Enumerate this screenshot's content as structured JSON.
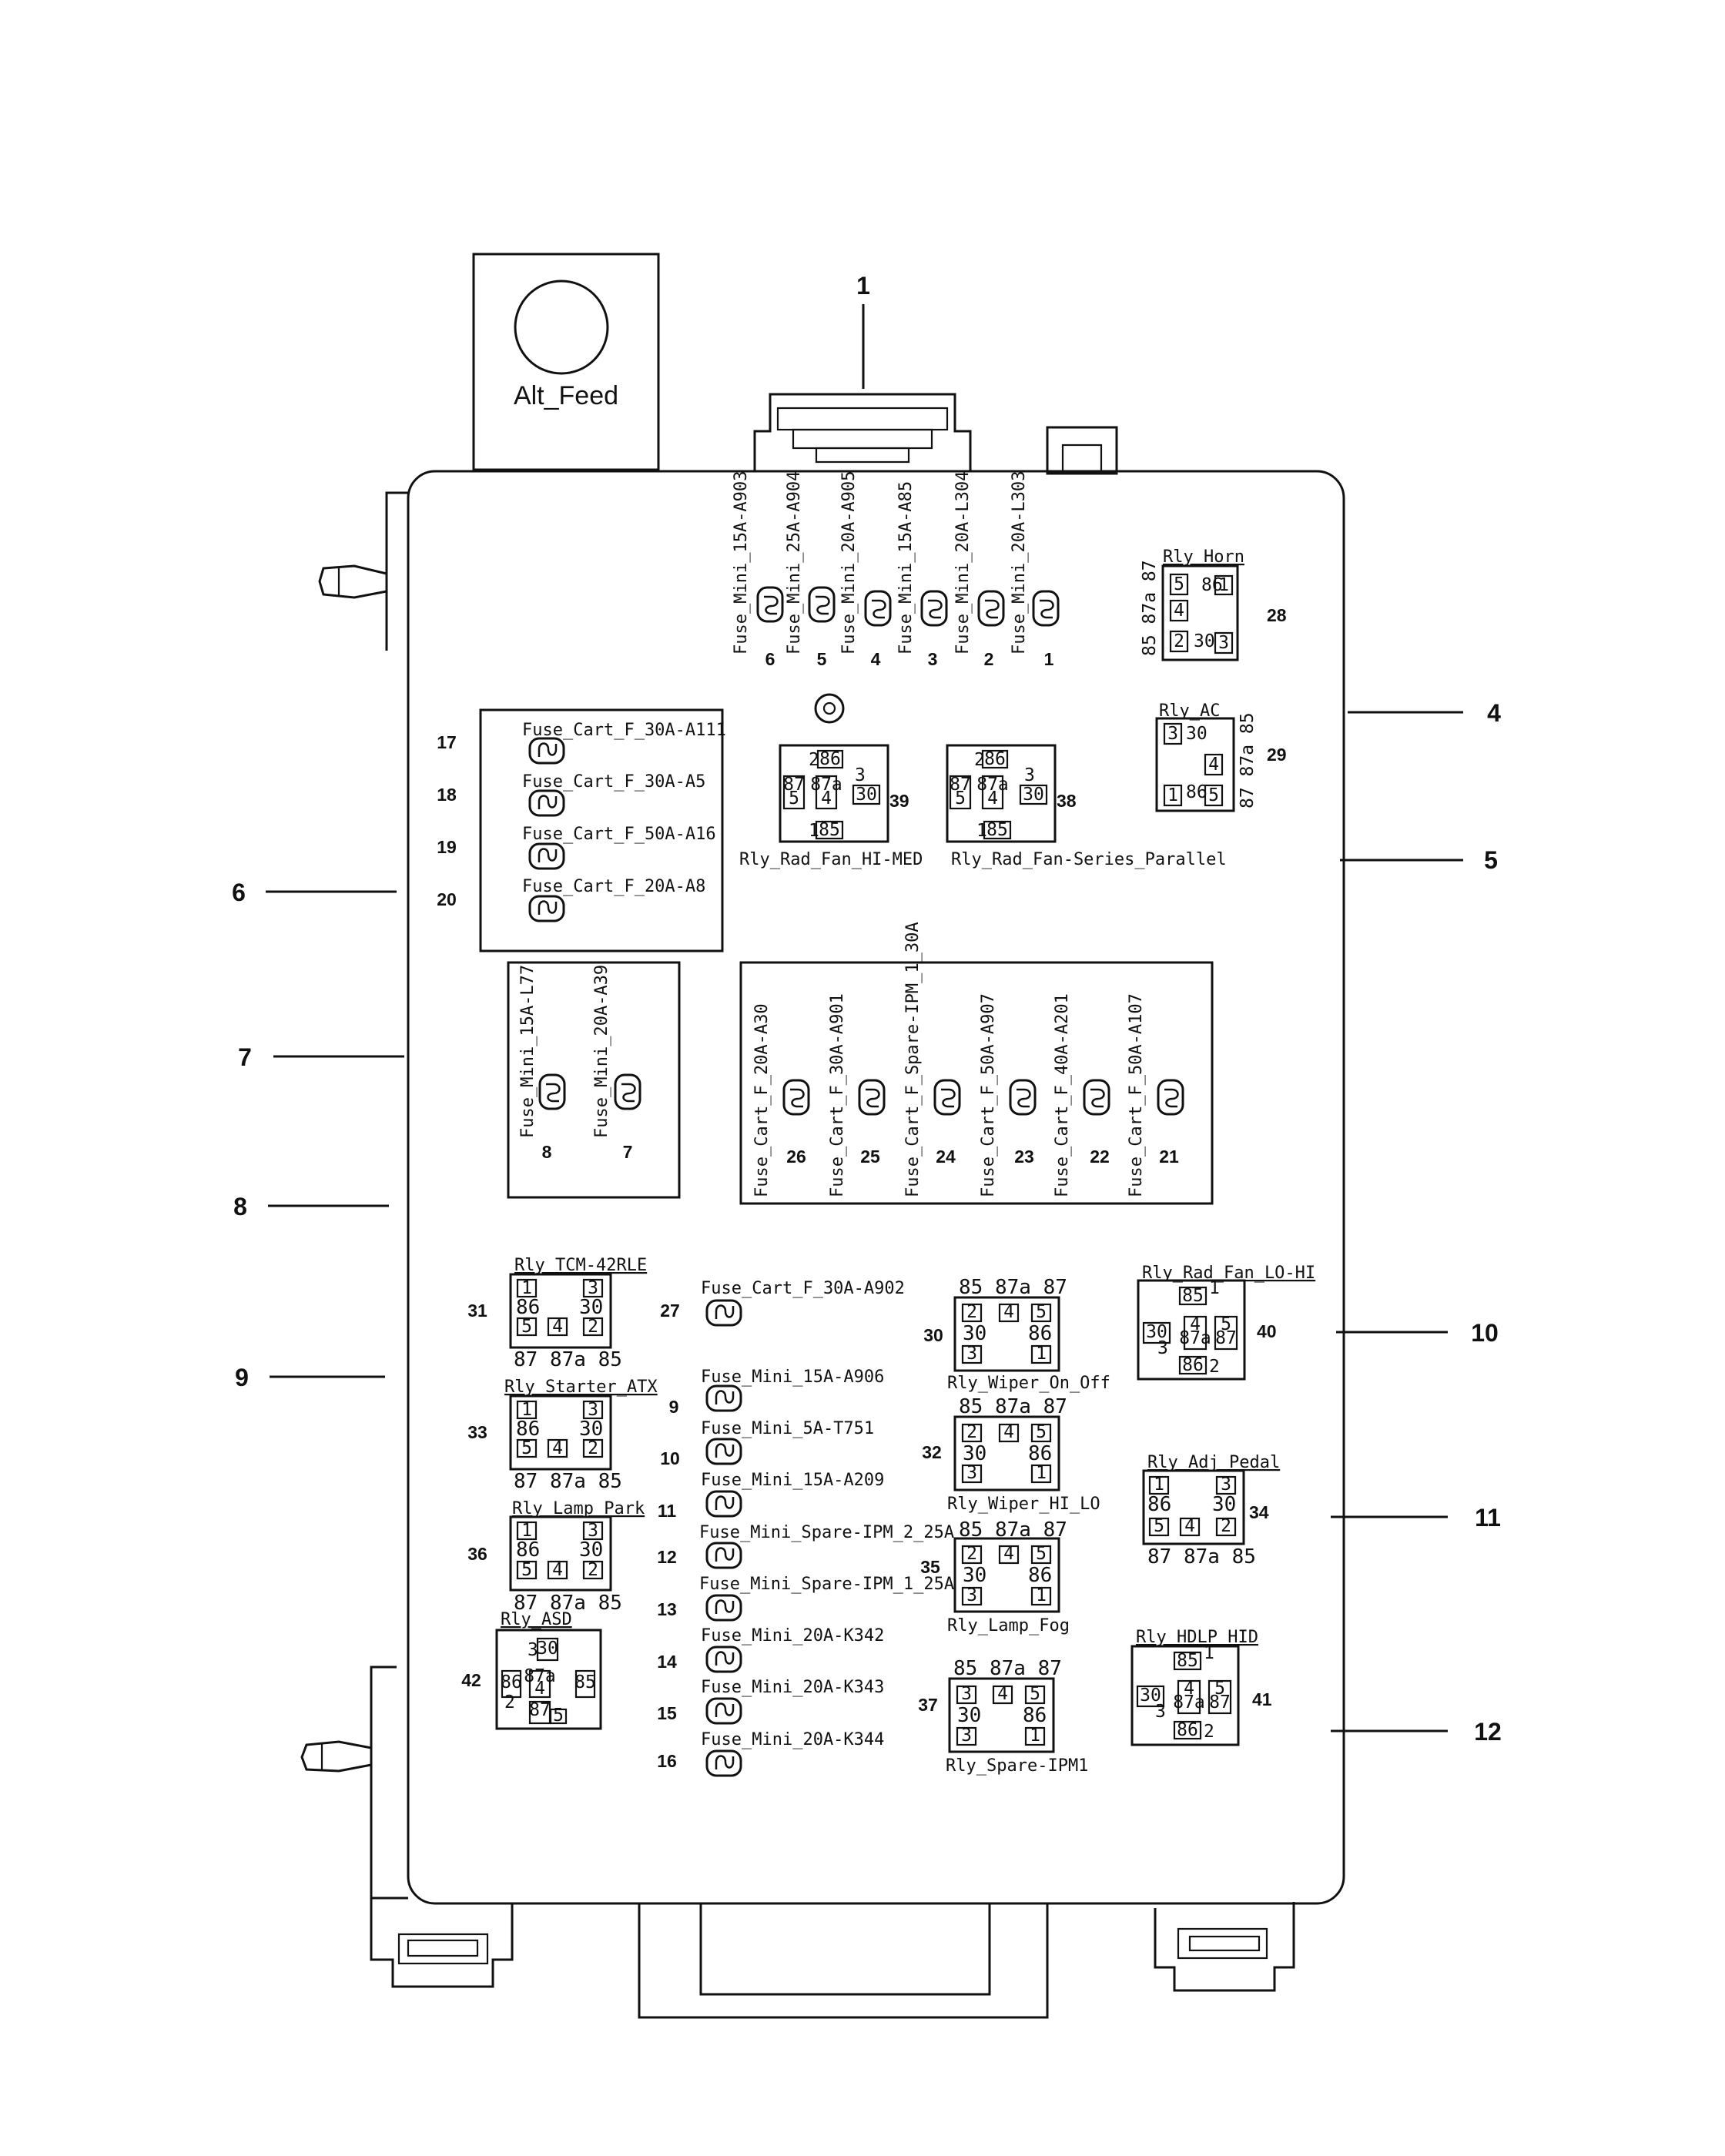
{
  "alt_feed_label": "Alt_Feed",
  "callouts": [
    "1",
    "4",
    "5",
    "6",
    "7",
    "8",
    "9",
    "10",
    "11",
    "12"
  ],
  "top_fuses": [
    {
      "label": "Fuse_Mini_15A-A903",
      "num": "6"
    },
    {
      "label": "Fuse_Mini_25A-A904",
      "num": "5"
    },
    {
      "label": "Fuse_Mini_20A-A905",
      "num": "4"
    },
    {
      "label": "Fuse_Mini_15A-A85",
      "num": "3"
    },
    {
      "label": "Fuse_Mini_20A-L304",
      "num": "2"
    },
    {
      "label": "Fuse_Mini_20A-L303",
      "num": "1"
    }
  ],
  "cart_fuses_left": [
    {
      "label": "Fuse_Cart_F_30A-A111",
      "num": "17"
    },
    {
      "label": "Fuse_Cart_F_30A-A5",
      "num": "18"
    },
    {
      "label": "Fuse_Cart_F_50A-A16",
      "num": "19"
    },
    {
      "label": "Fuse_Cart_F_20A-A8",
      "num": "20"
    }
  ],
  "mid_fuses": [
    {
      "label": "Fuse_Mini_15A-L77",
      "num": "8"
    },
    {
      "label": "Fuse_Mini_20A-A39",
      "num": "7"
    }
  ],
  "cart_fuses_center": [
    {
      "label": "Fuse_Cart_F_20A-A30",
      "num": "26"
    },
    {
      "label": "Fuse_Cart_F_30A-A901",
      "num": "25"
    },
    {
      "label": "Fuse_Cart_F_Spare-IPM_1_30A",
      "num": "24"
    },
    {
      "label": "Fuse_Cart_F_50A-A907",
      "num": "23"
    },
    {
      "label": "Fuse_Cart_F_40A-A201",
      "num": "22"
    },
    {
      "label": "Fuse_Cart_F_50A-A107",
      "num": "21"
    }
  ],
  "column_fuses": [
    {
      "label": "Fuse_Cart_F_30A-A902",
      "num": "27"
    },
    {
      "label": "Fuse_Mini_15A-A906",
      "num": "9"
    },
    {
      "label": "Fuse_Mini_5A-T751",
      "num": "10"
    },
    {
      "label": "Fuse_Mini_15A-A209",
      "num": "11"
    },
    {
      "label": "Fuse_Mini_Spare-IPM_2_25A",
      "num": "12"
    },
    {
      "label": "Fuse_Mini_Spare-IPM_1_25A",
      "num": "13"
    },
    {
      "label": "Fuse_Mini_20A-K342",
      "num": "14"
    },
    {
      "label": "Fuse_Mini_20A-K343",
      "num": "15"
    },
    {
      "label": "Fuse_Mini_20A-K344",
      "num": "16"
    }
  ],
  "relays": {
    "horn": {
      "label": "Rly_Horn",
      "num": "28",
      "pins": "85 87a 87"
    },
    "ac": {
      "label": "Rly_AC",
      "num": "29",
      "pins": "87 87a 85"
    },
    "rad_hi_med": {
      "label": "Rly_Rad_Fan_HI-MED",
      "num": "39"
    },
    "rad_series": {
      "label": "Rly_Rad_Fan-Series_Parallel",
      "num": "38"
    },
    "tcm": {
      "label": "Rly_TCM-42RLE",
      "num": "31",
      "pins": "87 87a 85"
    },
    "starter": {
      "label": "Rly_Starter_ATX",
      "num": "33",
      "pins": "87 87a 85"
    },
    "lamp_park": {
      "label": "Rly_Lamp_Park",
      "num": "36",
      "pins": "87 87a 85"
    },
    "asd": {
      "label": "Rly_ASD",
      "num": "42"
    },
    "wiper_on": {
      "label": "Rly_Wiper_On_Off",
      "num": "30",
      "pins": "85 87a 87"
    },
    "wiper_hi": {
      "label": "Rly_Wiper_HI_LO",
      "num": "32",
      "pins": "85 87a 87"
    },
    "lamp_fog": {
      "label": "Rly_Lamp_Fog",
      "num": "35",
      "pins": "85 87a 87"
    },
    "spare": {
      "label": "Rly_Spare-IPM1",
      "num": "37",
      "pins": "85 87a 87"
    },
    "rad_lo_hi": {
      "label": "Rly_Rad_Fan_LO-HI",
      "num": "40"
    },
    "adj_pedal": {
      "label": "Rly_Adj_Pedal",
      "num": "34",
      "pins": "87 87a 85"
    },
    "hdlp": {
      "label": "Rly_HDLP_HID",
      "num": "41"
    }
  }
}
